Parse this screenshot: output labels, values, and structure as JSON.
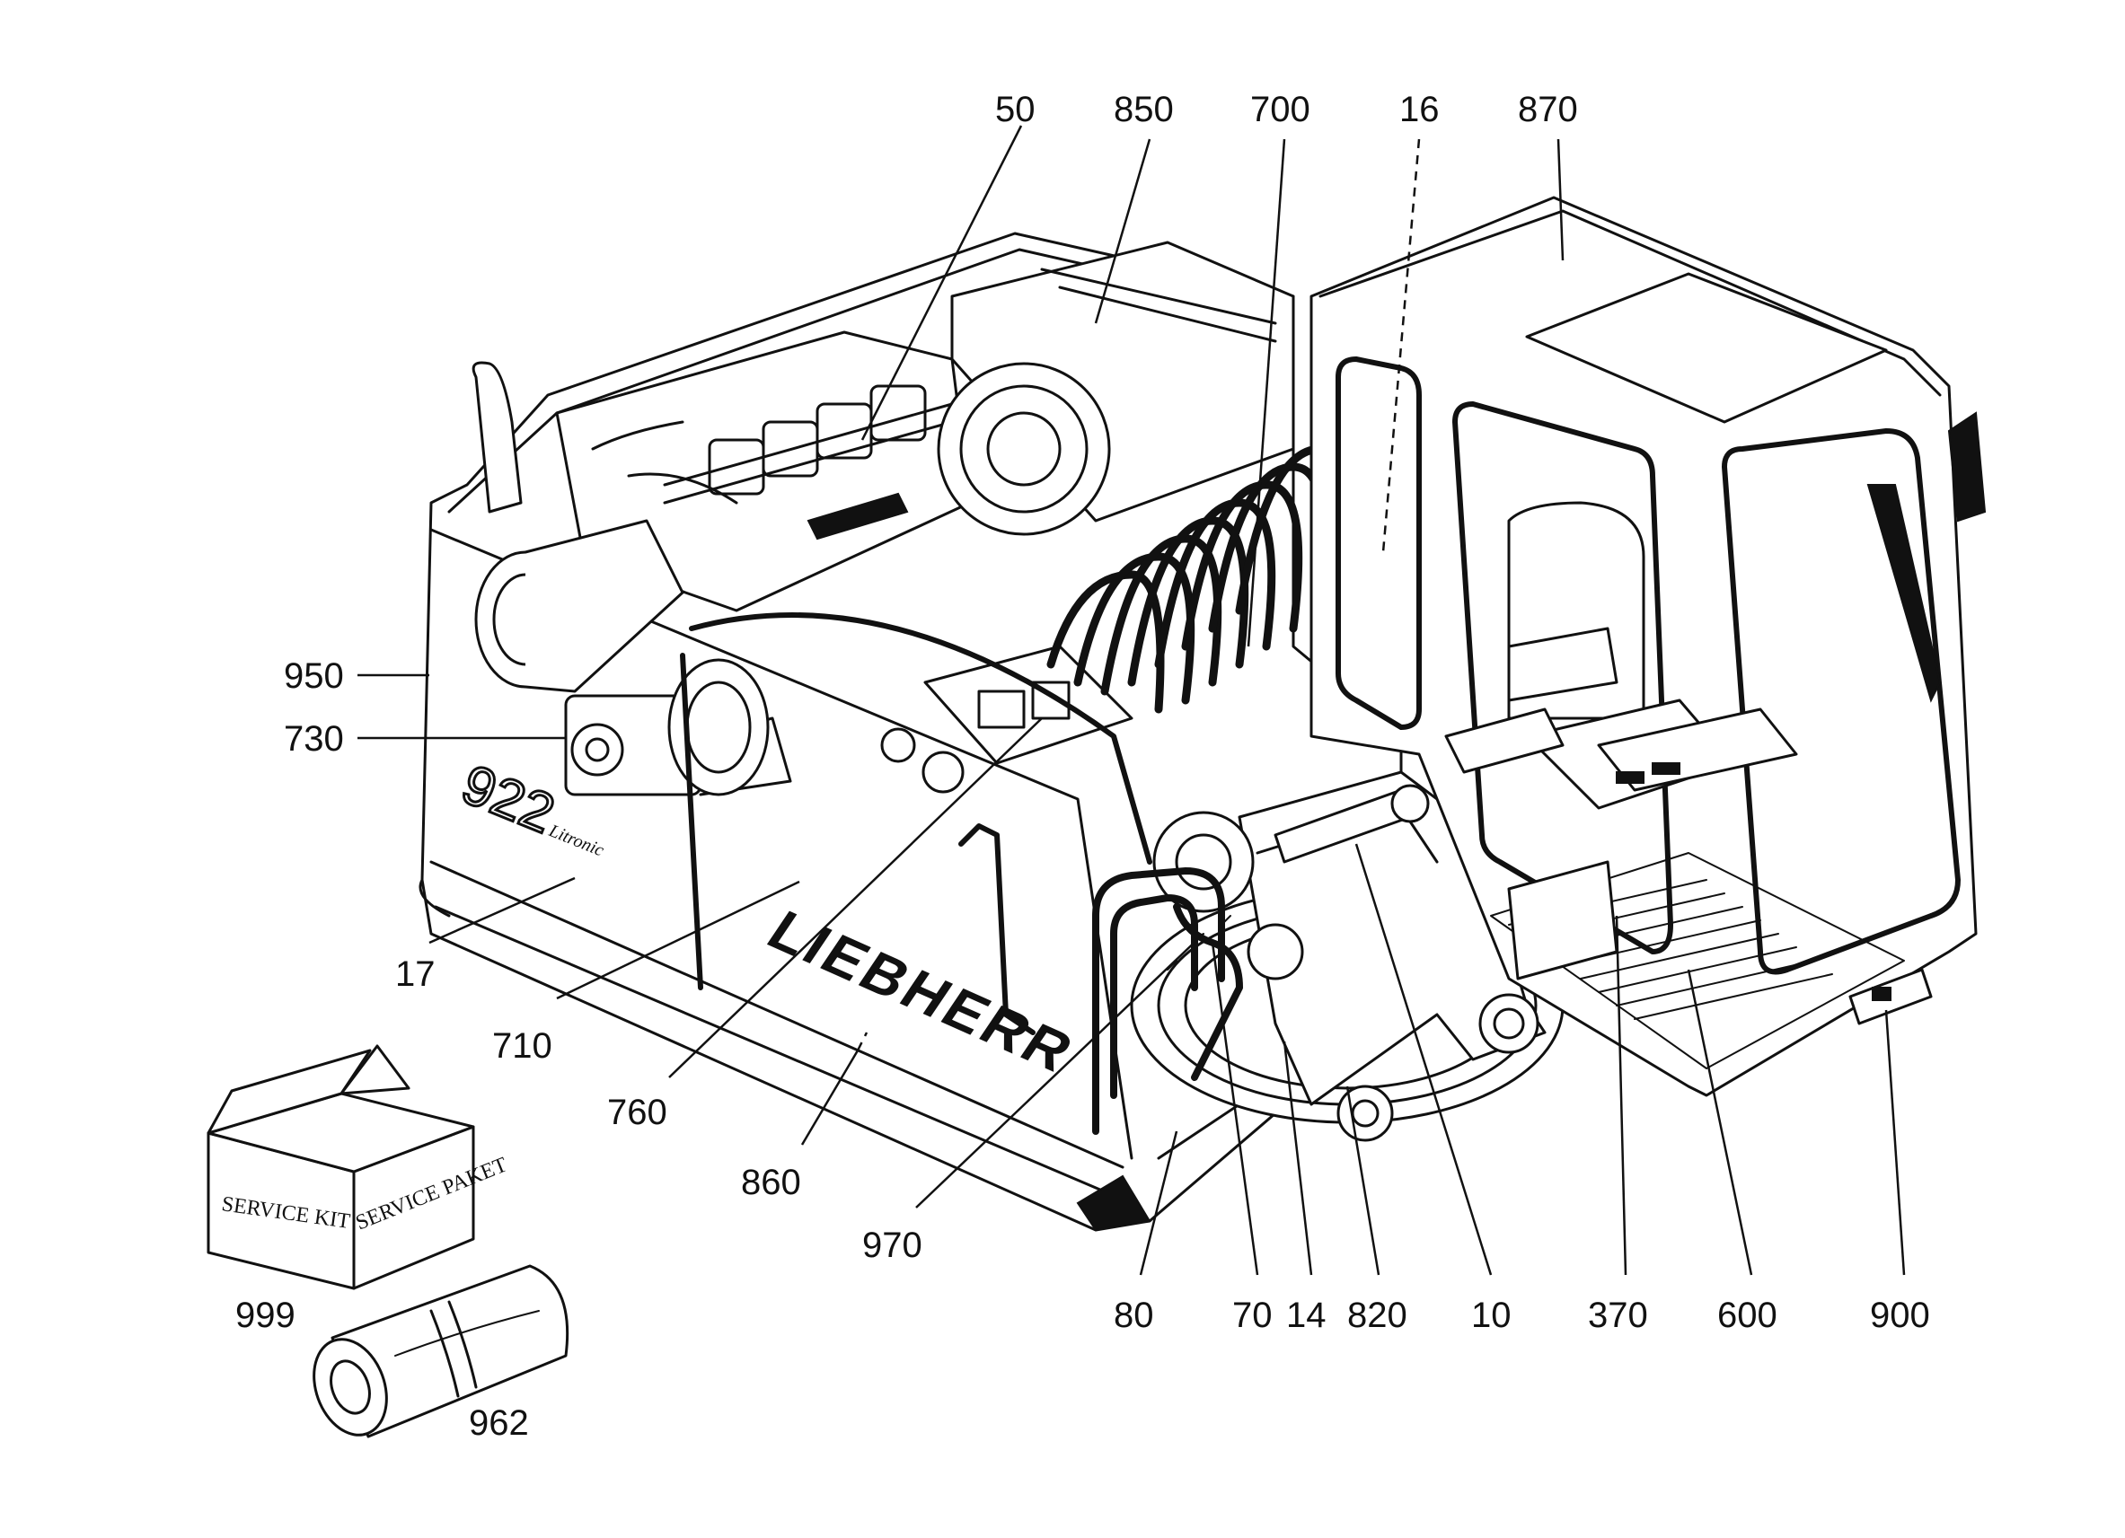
{
  "diagram": {
    "brand_text": "LIEBHERR",
    "model_text": "922",
    "model_sub": "Litronic",
    "service_box_front": "SERVICE KIT",
    "service_box_side": "SERVICE PAKET"
  },
  "callouts": [
    {
      "id": "50",
      "label": "50"
    },
    {
      "id": "850",
      "label": "850"
    },
    {
      "id": "700",
      "label": "700"
    },
    {
      "id": "16",
      "label": "16"
    },
    {
      "id": "870",
      "label": "870"
    },
    {
      "id": "950",
      "label": "950"
    },
    {
      "id": "730",
      "label": "730"
    },
    {
      "id": "17",
      "label": "17"
    },
    {
      "id": "710",
      "label": "710"
    },
    {
      "id": "760",
      "label": "760"
    },
    {
      "id": "860",
      "label": "860"
    },
    {
      "id": "970",
      "label": "970"
    },
    {
      "id": "80",
      "label": "80"
    },
    {
      "id": "70",
      "label": "70"
    },
    {
      "id": "14",
      "label": "14"
    },
    {
      "id": "820",
      "label": "820"
    },
    {
      "id": "10",
      "label": "10"
    },
    {
      "id": "370",
      "label": "370"
    },
    {
      "id": "600",
      "label": "600"
    },
    {
      "id": "900",
      "label": "900"
    },
    {
      "id": "999",
      "label": "999"
    },
    {
      "id": "962",
      "label": "962"
    }
  ],
  "colors": {
    "ink": "#111111",
    "paper": "#ffffff"
  }
}
